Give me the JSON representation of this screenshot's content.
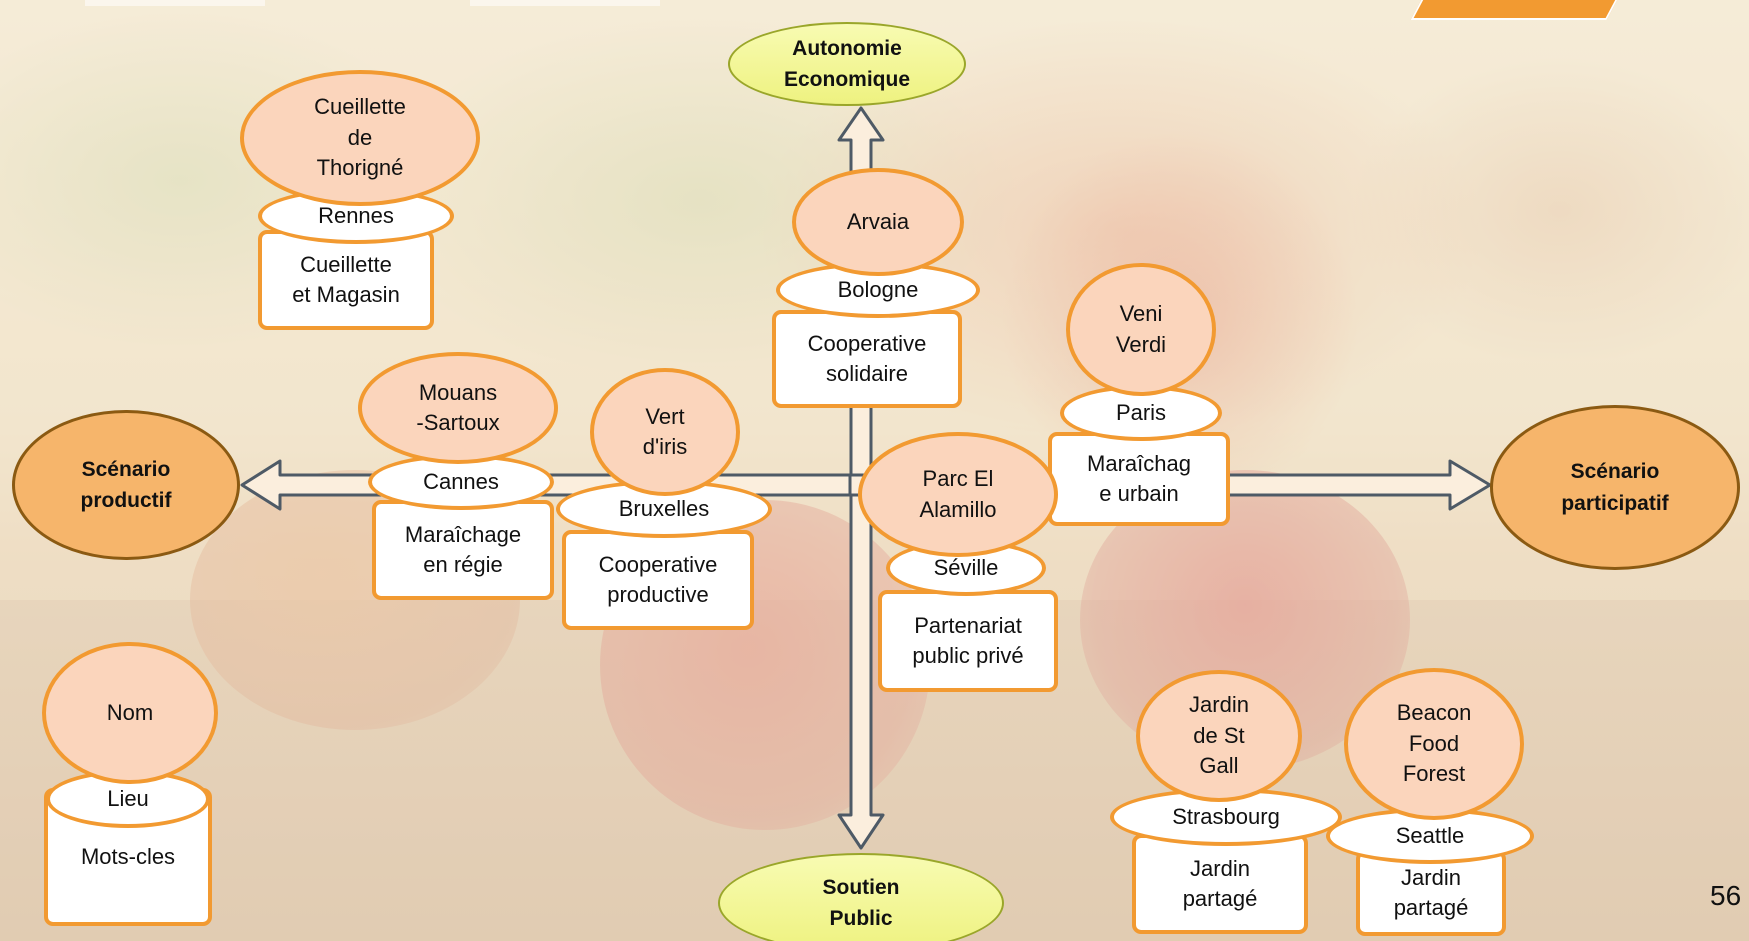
{
  "page_number": "56",
  "colors": {
    "accent_orange": "#f29a31",
    "node_fill": "#fbd5bc",
    "scenario_fill": "#f6b56b",
    "axis_pole_fill": "#f4f79a",
    "arrow_fill": "#fbeedd",
    "arrow_stroke": "#4e5a66"
  },
  "axes": {
    "top": "Autonomie\nEconomique",
    "bottom": "Soutien\nPublic",
    "left": "Scénario\nproductif",
    "right": "Scénario\nparticipatif"
  },
  "legend": {
    "name": "Nom",
    "place": "Lieu",
    "keywords": "Mots-cles"
  },
  "projects": [
    {
      "name": "Cueillette\nde\nThorigné",
      "place": "Rennes",
      "keywords": "Cueillette\net Magasin"
    },
    {
      "name": "Arvaia",
      "place": "Bologne",
      "keywords": "Cooperative\nsolidaire"
    },
    {
      "name": "Veni\nVerdi",
      "place": "Paris",
      "keywords": "Maraîchag\ne urbain"
    },
    {
      "name": "Mouans\n-Sartoux",
      "place": "Cannes",
      "keywords": "Maraîchage\nen régie"
    },
    {
      "name": "Vert\nd'iris",
      "place": "Bruxelles",
      "keywords": "Cooperative\nproductive"
    },
    {
      "name": "Parc El\nAlamillo",
      "place": "Séville",
      "keywords": "Partenariat\npublic privé"
    },
    {
      "name": "Jardin\nde St\nGall",
      "place": "Strasbourg",
      "keywords": "Jardin\npartagé"
    },
    {
      "name": "Beacon\nFood\nForest",
      "place": "Seattle",
      "keywords": "Jardin\npartagé"
    }
  ]
}
